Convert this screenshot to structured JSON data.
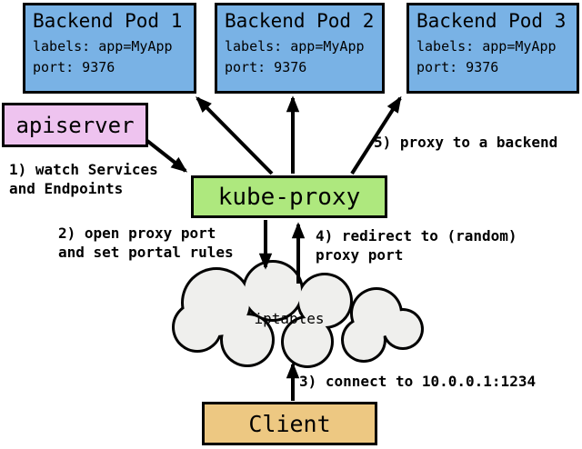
{
  "colors": {
    "pod_fill": "#79B2E5",
    "apiserver_fill": "#EEC3EF",
    "kube_proxy_fill": "#AEE87E",
    "client_fill": "#EDC882",
    "cloud_fill": "#EFEFED",
    "outline": "#000000"
  },
  "pods": [
    {
      "title": "Backend Pod 1",
      "labels_line": "labels: app=MyApp",
      "port_line": "port: 9376"
    },
    {
      "title": "Backend Pod 2",
      "labels_line": "labels: app=MyApp",
      "port_line": "port: 9376"
    },
    {
      "title": "Backend Pod 3",
      "labels_line": "labels: app=MyApp",
      "port_line": "port: 9376"
    }
  ],
  "nodes": {
    "apiserver": "apiserver",
    "kube_proxy": "kube-proxy",
    "iptables": "iptables",
    "client": "Client"
  },
  "annotations": {
    "step1": {
      "line1": "1) watch Services",
      "line2": "and Endpoints"
    },
    "step2": {
      "line1": "2) open proxy port",
      "line2": "and set portal rules"
    },
    "step3": {
      "line1": "3) connect to 10.0.0.1:1234"
    },
    "step4": {
      "line1": "4) redirect to (random)",
      "line2": "proxy port"
    },
    "step5": {
      "line1": "5) proxy to a backend"
    }
  }
}
